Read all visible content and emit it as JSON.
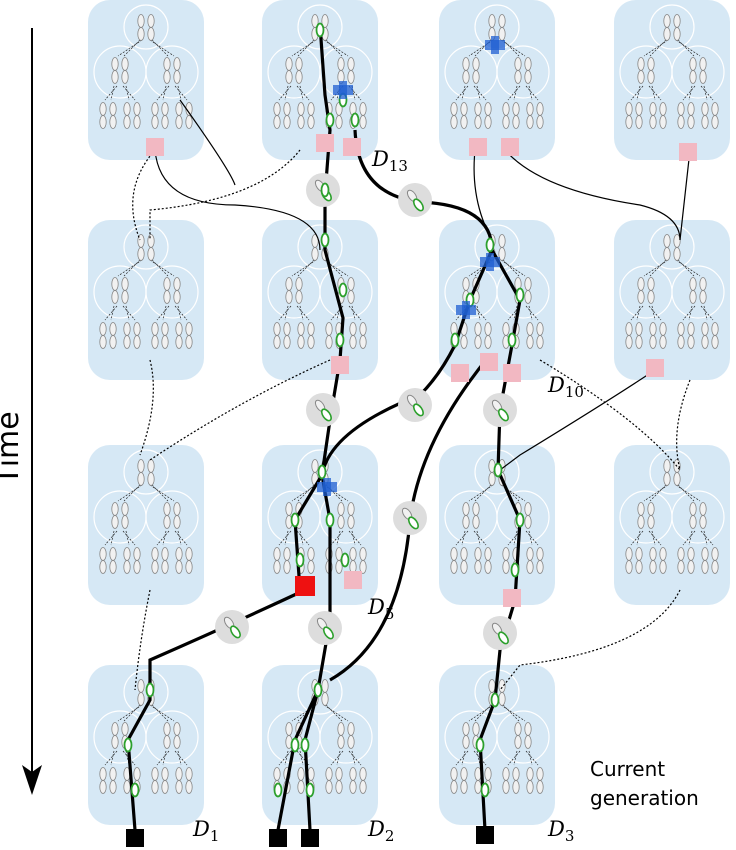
{
  "axis": {
    "label": "Time"
  },
  "caption": {
    "line1": "Current",
    "line2": "generation"
  },
  "deme_labels": [
    {
      "base": "D",
      "sub": "13"
    },
    {
      "base": "D",
      "sub": "10"
    },
    {
      "base": "D",
      "sub": "5"
    },
    {
      "base": "D",
      "sub": "1"
    },
    {
      "base": "D",
      "sub": "2"
    },
    {
      "base": "D",
      "sub": "3"
    }
  ],
  "colors": {
    "cell": "#d6e8f5",
    "family_circle": "#ffffff",
    "chromosome": "#f1f1f1",
    "lineage": "#000000",
    "ancestral_green": "#2ca02c",
    "coalescence_blue": "#1f5fd1",
    "deme_label": "#6d8faf",
    "migrant_pink": "#f2b8c2",
    "coalescence_red": "#ee1111",
    "migration_disk": "#dddddd"
  },
  "icons": {
    "sample": "black-square",
    "migrant": "pink-square",
    "coalescence": "blue-cross",
    "migration": "gray-disk-chromosome"
  }
}
